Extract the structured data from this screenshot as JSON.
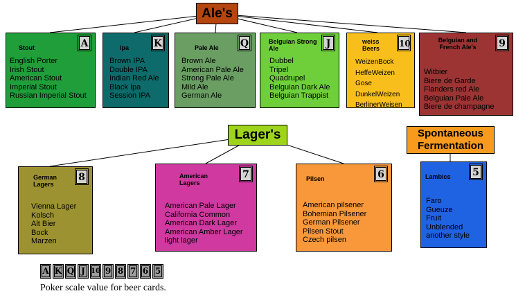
{
  "headers": {
    "ales": "Ale's",
    "lagers": "Lager's",
    "spontaneous": "Spontaneous Fermentation"
  },
  "colors": {
    "ales_header": "#b5460f",
    "lagers_header": "#9fd41c",
    "spontaneous_header": "#f79a1e"
  },
  "ale_cards": [
    {
      "title": "Stout",
      "rank": "A",
      "color": "#1f9e3a",
      "items": [
        "English Porter",
        "Irish Stout",
        "American Stout",
        "Imperial Stout",
        "Russian Imperial Stout"
      ]
    },
    {
      "title": "Ipa",
      "rank": "K",
      "color": "#0d6b6b",
      "items": [
        "Brown IPA",
        "Double IPA",
        "Indian Red Ale",
        "Black Ipa",
        "Session IPA"
      ]
    },
    {
      "title": "Pale Ale",
      "rank": "Q",
      "color": "#6a9e63",
      "items": [
        "Brown Ale",
        "American Pale Ale",
        "Strong Pale Ale",
        "Mild Ale",
        "German Ale"
      ]
    },
    {
      "title": "Belguian Strong Ale",
      "rank": "J",
      "color": "#6fcf3b",
      "items": [
        "Dubbel",
        "Tripel",
        "Quadrupel",
        "Belguian Dark Ale",
        "Belguian Trappist"
      ]
    },
    {
      "title": "weiss Beers",
      "rank": "10",
      "color": "#f8bf1c",
      "items": [
        "WeizenBock",
        "HeffeWeizen",
        "Gose",
        "DunkelWeizen",
        "BerlinerWeisen"
      ]
    },
    {
      "title": "Belguian and French Ale's",
      "rank": "9",
      "color": "#9c3434",
      "items": [
        "Witbier",
        "Biere de Garde",
        "Flanders red Ale",
        "Belguian Pale Ale",
        "Biere de champagne"
      ]
    }
  ],
  "lager_cards": [
    {
      "title": "German Lagers",
      "rank": "8",
      "color": "#9c9232",
      "items": [
        "Vienna Lager",
        "Kolsch",
        "Alt Bier",
        "Bock",
        "Marzen"
      ]
    },
    {
      "title": "American Lagers",
      "rank": "7",
      "color": "#cf39a0",
      "items": [
        "American Pale Lager",
        "California Common",
        "American Dark Lager",
        "American Amber Lager",
        "light lager"
      ]
    },
    {
      "title": "Pilsen",
      "rank": "6",
      "color": "#f8983a",
      "items": [
        "American pilsener",
        "Bohemian Pilsener",
        "German Pilsener",
        "Pilsen Stout",
        "Czech pilsen"
      ]
    }
  ],
  "spontaneous_cards": [
    {
      "title": "Lambics",
      "rank": "5",
      "color": "#1f63e3",
      "items": [
        "Faro",
        "Gueuze",
        "Fruit",
        "Unblended",
        "another style"
      ]
    }
  ],
  "scale": [
    "A",
    "K",
    "Q",
    "J",
    "10",
    "9",
    "8",
    "7",
    "6",
    "5"
  ],
  "caption": "Poker scale value for beer cards."
}
